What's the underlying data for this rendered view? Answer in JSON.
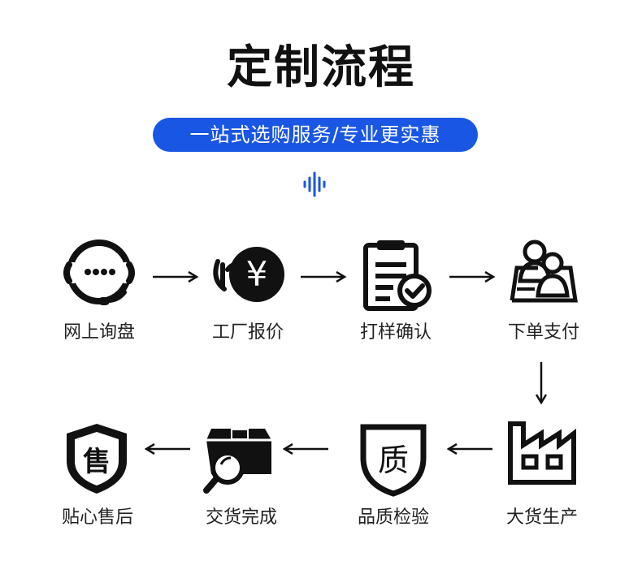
{
  "title": "定制流程",
  "subtitle": "一站式选购服务/专业更实惠",
  "colors": {
    "accent": "#1a56e4",
    "icon": "#111111"
  },
  "steps": [
    {
      "label": "网上询盘",
      "icon": "headset-icon"
    },
    {
      "label": "工厂报价",
      "icon": "price-yen-icon"
    },
    {
      "label": "打样确认",
      "icon": "clipboard-check-icon"
    },
    {
      "label": "下单支付",
      "icon": "users-payment-icon"
    },
    {
      "label": "大货生产",
      "icon": "factory-icon"
    },
    {
      "label": "品质检验",
      "icon": "quality-shield-icon"
    },
    {
      "label": "交货完成",
      "icon": "box-search-icon"
    },
    {
      "label": "贴心售后",
      "icon": "after-sales-shield-icon"
    }
  ],
  "step3_glyph": "¥",
  "quality_glyph": "质",
  "aftersales_glyph": "售"
}
